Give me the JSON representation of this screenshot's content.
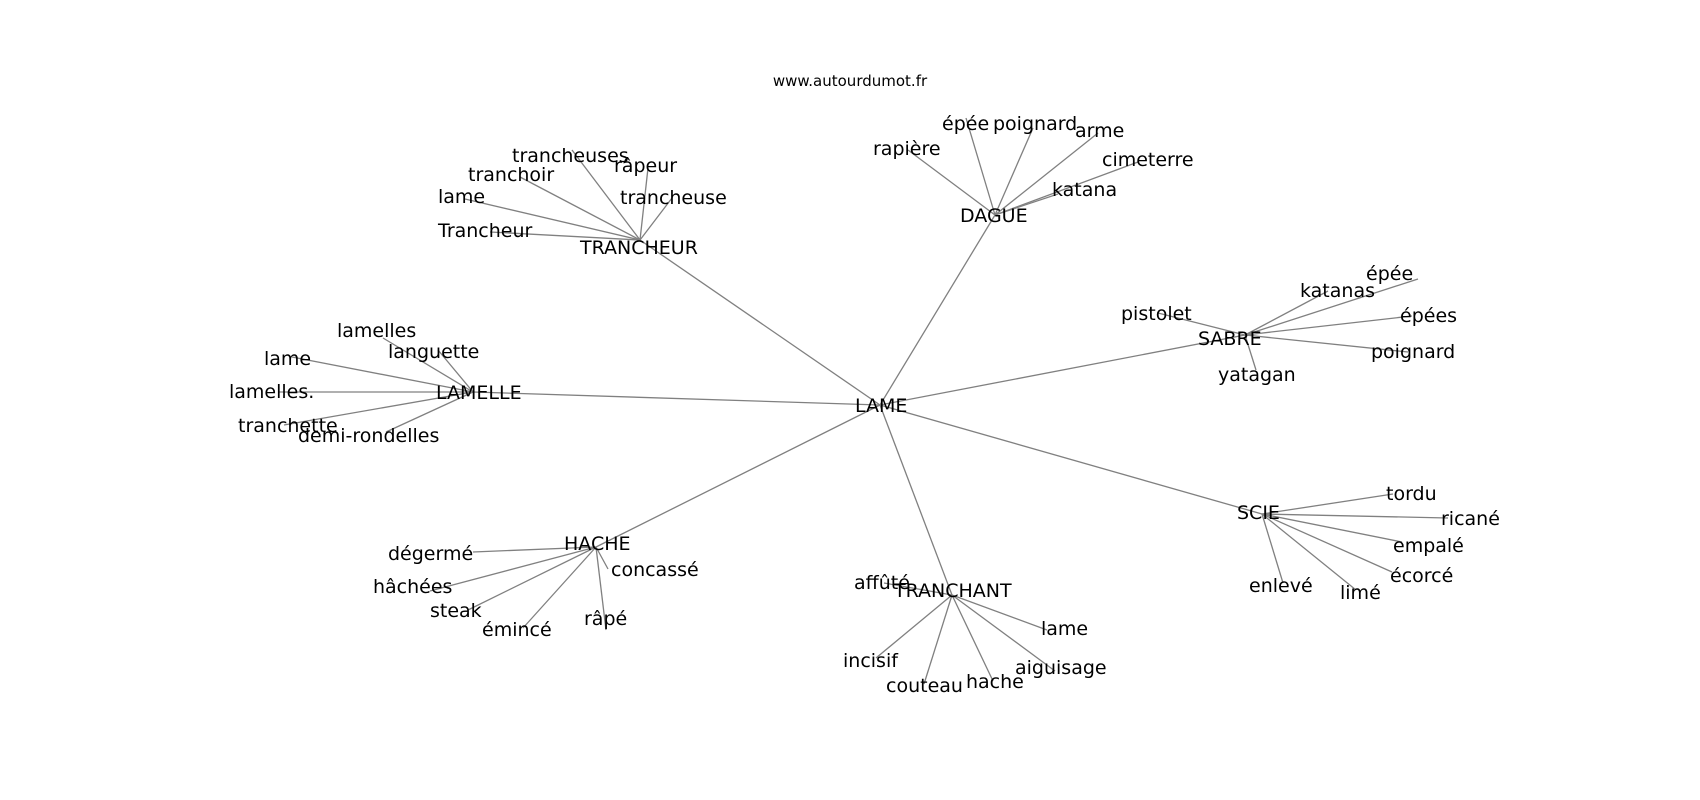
{
  "site": "www.autourdumot.fr",
  "root": "LAME",
  "groups": [
    {
      "hub": "TRANCHEUR",
      "words": [
        "trancheuses",
        "râpeur",
        "tranchoir",
        "trancheuse",
        "lame",
        "Trancheur"
      ]
    },
    {
      "hub": "DAGUE",
      "words": [
        "épée",
        "poignard",
        "arme",
        "rapière",
        "cimeterre",
        "katana"
      ]
    },
    {
      "hub": "SABRE",
      "words": [
        "épée",
        "katanas",
        "pistolet",
        "épées",
        "poignard",
        "yatagan"
      ]
    },
    {
      "hub": "LAMELLE",
      "words": [
        "lamelles",
        "languette",
        "lame",
        "lamelles.",
        "tranchette",
        "demi-rondelles"
      ]
    },
    {
      "hub": "SCIE",
      "words": [
        "tordu",
        "ricané",
        "empalé",
        "écorcé",
        "enlevé",
        "limé"
      ]
    },
    {
      "hub": "HACHE",
      "words": [
        "dégermé",
        "concassé",
        "hâchées",
        "steak",
        "émincé",
        "râpé"
      ]
    },
    {
      "hub": "TRANCHANT",
      "words": [
        "affûté",
        "lame",
        "incisif",
        "aiguisage",
        "couteau",
        "hache"
      ]
    }
  ]
}
